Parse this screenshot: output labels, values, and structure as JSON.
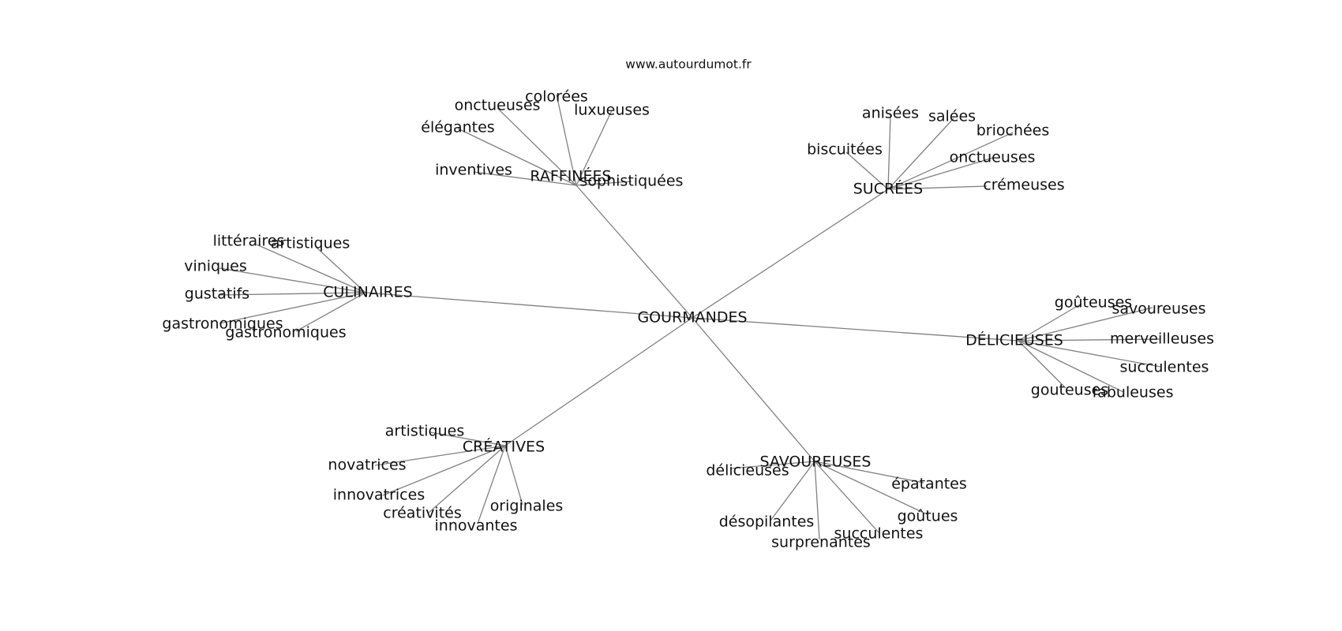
{
  "watermark": "www.autourdumot.fr",
  "root": "GOURMANDES",
  "branches": [
    {
      "label": "RAFFINÉES",
      "leaves": [
        "colorées",
        "onctueuses",
        "luxueuses",
        "élégantes",
        "inventives",
        "sophistiquées"
      ]
    },
    {
      "label": "SUCRÉES",
      "leaves": [
        "anisées",
        "salées",
        "briochées",
        "biscuitées",
        "onctueuses",
        "crémeuses"
      ]
    },
    {
      "label": "CULINAIRES",
      "leaves": [
        "littéraires",
        "artistiques",
        "viniques",
        "gustatifs",
        "gastronomiques",
        "gastronomiques"
      ]
    },
    {
      "label": "DÉLICIEUSES",
      "leaves": [
        "goûteuses",
        "savoureuses",
        "merveilleuses",
        "succulentes",
        "gouteuses",
        "fabuleuses"
      ]
    },
    {
      "label": "CRÉATIVES",
      "leaves": [
        "artistiques",
        "novatrices",
        "innovatrices",
        "créativités",
        "innovantes",
        "originales"
      ]
    },
    {
      "label": "SAVOUREUSES",
      "leaves": [
        "délicieuses",
        "épatantes",
        "goûtues",
        "désopilantes",
        "succulentes",
        "surprenantes"
      ]
    }
  ]
}
